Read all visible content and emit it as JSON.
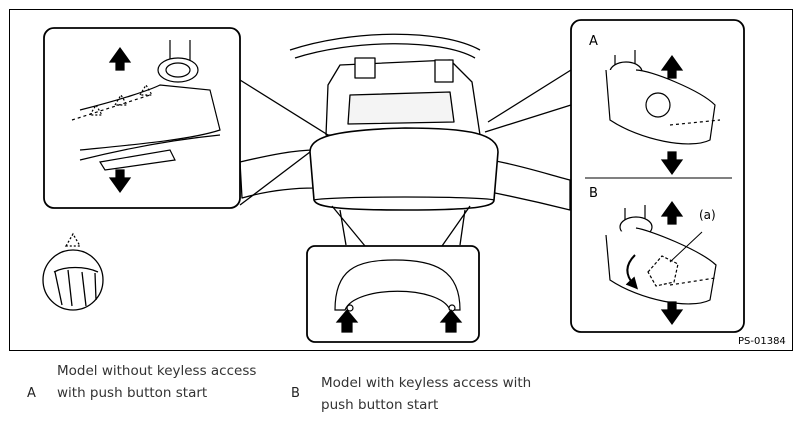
{
  "figure": {
    "panel_labels": {
      "a": "A",
      "b": "B"
    },
    "callout": "(a)",
    "figure_code": "PS-01384"
  },
  "legend": [
    {
      "key": "A",
      "text": "Model without keyless access with push button start"
    },
    {
      "key": "B",
      "text": "Model with keyless access with push button start"
    }
  ]
}
